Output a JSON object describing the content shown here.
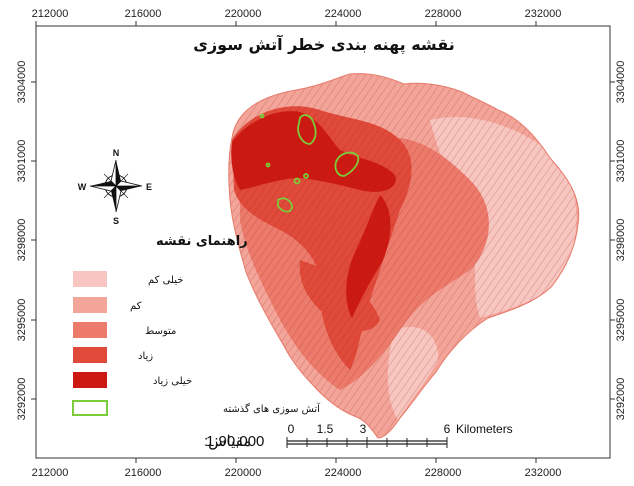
{
  "map": {
    "title": "نقشه پهنه بندی خطر آتش سوزی",
    "x_ticks": [
      "212000",
      "216000",
      "220000",
      "224000",
      "228000",
      "232000"
    ],
    "y_ticks": [
      "3304000",
      "3301000",
      "3298000",
      "3295000",
      "3292000"
    ],
    "compass": {
      "n": "N",
      "s": "S",
      "e": "E",
      "w": "W"
    },
    "legend": {
      "title": "راهنمای نقشه",
      "items": [
        {
          "label": "خیلی کم",
          "color": "#f7c6c0"
        },
        {
          "label": "کم",
          "color": "#f3a59a"
        },
        {
          "label": "متوسط",
          "color": "#ec7b6c"
        },
        {
          "label": "زیاد",
          "color": "#e04a3a"
        },
        {
          "label": "خیلی زیاد",
          "color": "#cc1a12"
        },
        {
          "label": "آتش سوزی های گذشته",
          "color": "#ffffff",
          "outline": "#7ccc3a"
        }
      ]
    },
    "scale": {
      "ratio": "1:90,000",
      "label": "مقیاس:",
      "ticks": [
        "0",
        "1.5",
        "3",
        "6"
      ],
      "unit": "Kilometers"
    }
  }
}
